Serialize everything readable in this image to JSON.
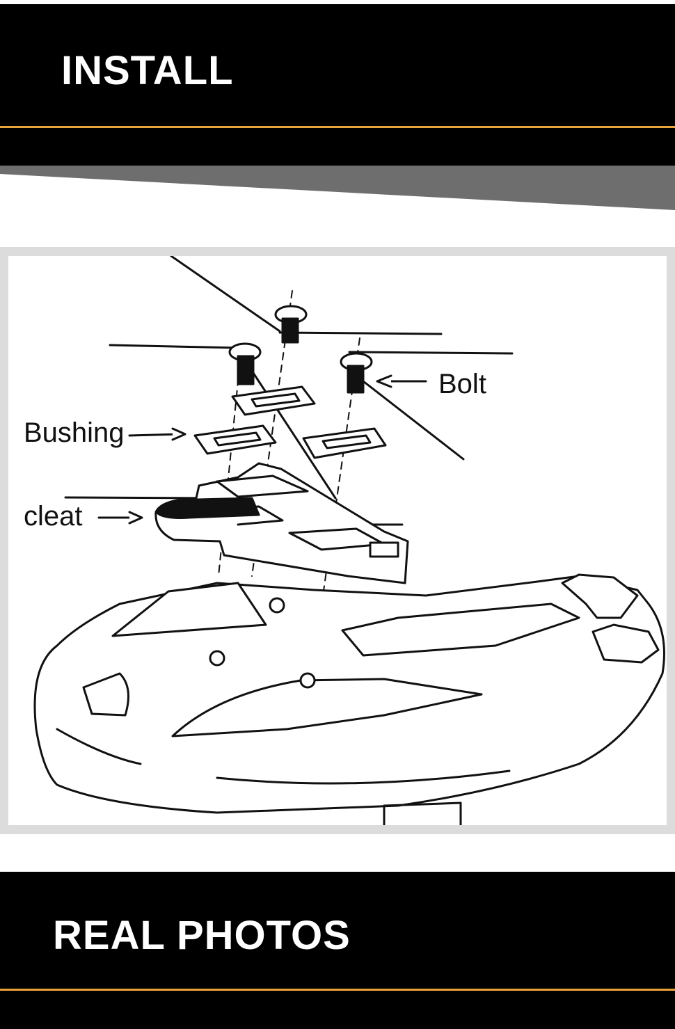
{
  "header": {
    "title": "INSTALL"
  },
  "diagram": {
    "labels": {
      "bolt": "Bolt",
      "bushing": "Bushing",
      "cleat": "cleat"
    }
  },
  "footer": {
    "title": "REAL PHOTOS"
  },
  "colors": {
    "band": "#000000",
    "accent": "#e8a43c",
    "diagonal": "#6e6e6e",
    "frame": "#dcdcdc",
    "text_light": "#ffffff"
  }
}
